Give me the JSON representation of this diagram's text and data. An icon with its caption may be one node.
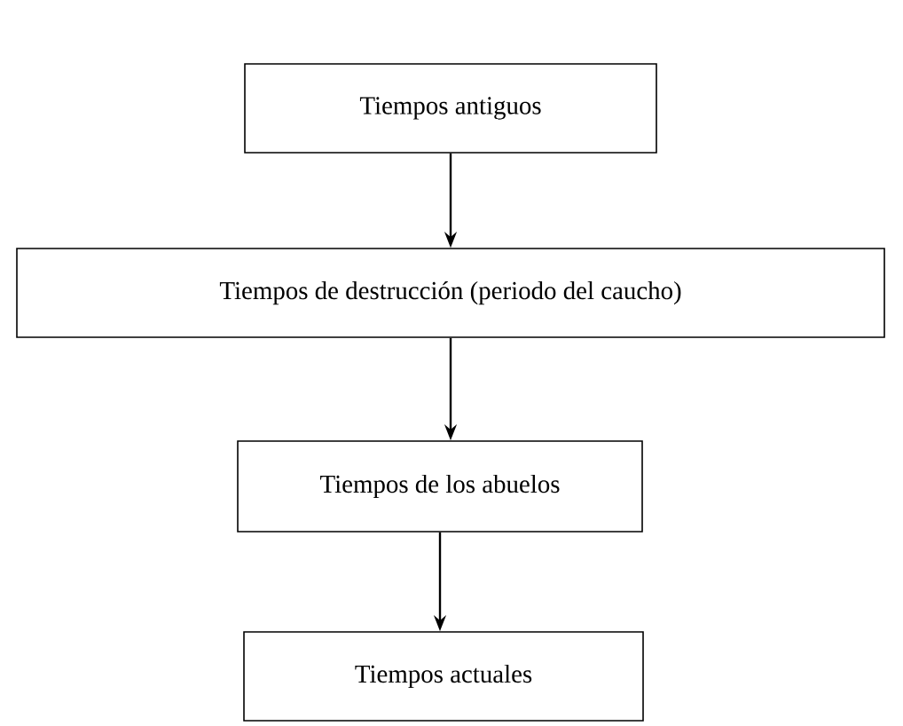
{
  "diagram": {
    "nodes": [
      {
        "text": [
          "Tiempos antiguos"
        ]
      },
      {
        "text": [
          "Tiempos de destrucción (periodo del caucho)"
        ]
      },
      {
        "text": [
          "Tiempos de los abuelos"
        ]
      },
      {
        "text": [
          "Tiempos actuales"
        ]
      }
    ],
    "edges": [
      {
        "from": 0,
        "to": 1,
        "arrow": "to"
      },
      {
        "from": 1,
        "to": 2,
        "arrow": "to"
      },
      {
        "from": 2,
        "to": 3,
        "arrow": "to"
      }
    ]
  }
}
